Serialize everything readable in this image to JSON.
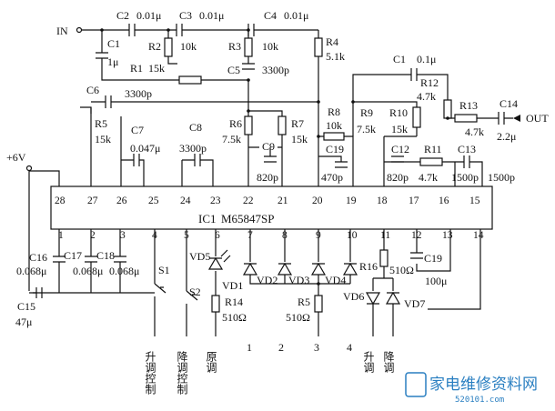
{
  "ic": {
    "ref": "IC1",
    "part": "M65847SP"
  },
  "pins_top": [
    "28",
    "27",
    "26",
    "25",
    "24",
    "23",
    "22",
    "21",
    "20",
    "19",
    "18",
    "17",
    "16",
    "15"
  ],
  "pins_bottom": [
    "1",
    "2",
    "3",
    "4",
    "5",
    "6",
    "7",
    "8",
    "9",
    "10",
    "11",
    "12",
    "13",
    "14"
  ],
  "terminals": {
    "input": "IN",
    "output": "OUT",
    "supply": "+6V"
  },
  "components": {
    "C2": "C2",
    "C2v": "0.01μ",
    "C3": "C3",
    "C3v": "0.01μ",
    "C4": "C4",
    "C4v": "0.01μ",
    "C1": "C1",
    "C1v": "1μ",
    "R1": "R1",
    "R1v": "15k",
    "R2": "R2",
    "R2v": "10k",
    "R3": "R3",
    "R3v": "10k",
    "R4": "R4",
    "R4v": "5.1k",
    "C5": "C5",
    "C5v": "3300p",
    "C6": "C6",
    "C6v": "3300p",
    "C1b": "C1",
    "C1bv": "0.1μ",
    "R12": "R12",
    "R12v": "4.7k",
    "R13": "R13",
    "R13v": "4.7k",
    "C14": "C14",
    "C14v": "2.2μ",
    "R5": "R5",
    "R5v": "15k",
    "C7": "C7",
    "C7v": "0.047μ",
    "C8": "C8",
    "C8v": "3300p",
    "R6": "R6",
    "R6v": "7.5k",
    "R7": "R7",
    "R7v": "15k",
    "C9": "C9",
    "C9v": "820p",
    "R8": "R8",
    "R8v": "10k",
    "C19": "C19",
    "C19v": "470p",
    "R9": "R9",
    "R9v": "7.5k",
    "R10": "R10",
    "R10v": "15k",
    "C12": "C12",
    "C12v": "820p",
    "R11": "R11",
    "R11v": "4.7k",
    "C13": "C13",
    "C13v": "1500p",
    "C13x": "1500p",
    "C16": "C16",
    "C16v": "0.068μ",
    "C17": "C17",
    "C17v": "0.068μ",
    "C18": "C18",
    "C18v": "0.068μ",
    "C15": "C15",
    "C15v": "47μ",
    "S1": "S1",
    "S2": "S2",
    "VD5": "VD5",
    "VD1": "VD1",
    "VD2": "VD2",
    "VD3": "VD3",
    "VD4": "VD4",
    "VD6": "VD6",
    "VD7": "VD7",
    "R14": "R14",
    "R14v": "510Ω",
    "R5b": "R5",
    "R5bv": "510Ω",
    "R16": "R16",
    "R16v": "510Ω",
    "C19b": "C19",
    "C19bv": "100μ"
  },
  "bottom_labels": {
    "s1": "升调控制",
    "s2": "降调控制",
    "orig": "原调",
    "k1": "1",
    "k2": "2",
    "k3": "3",
    "k4": "4",
    "up": "升调",
    "down": "降调"
  },
  "watermark": {
    "text": "家电维修资料网",
    "url": "520101.com"
  }
}
